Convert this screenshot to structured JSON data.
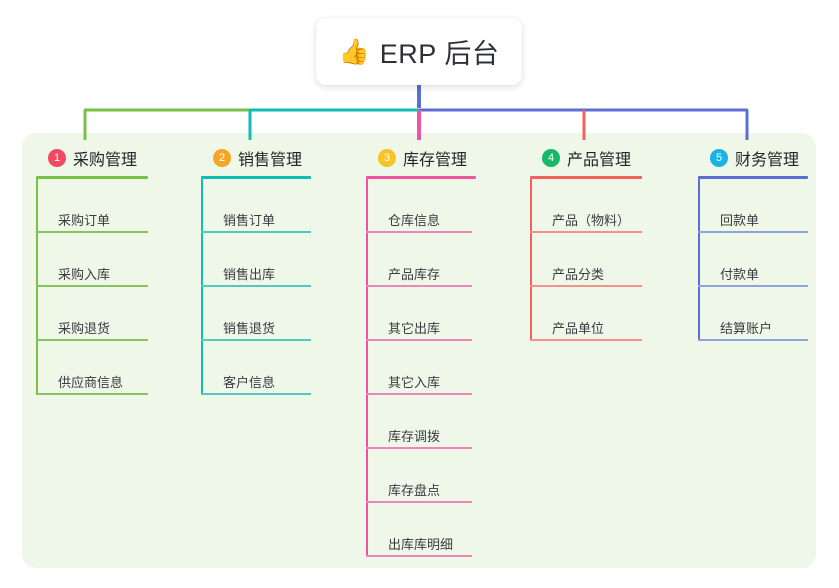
{
  "root": {
    "icon": "thumbs-up-emoji",
    "emoji": "👍",
    "title": "ERP 后台"
  },
  "colors": {
    "panel_bg": "#eef7e8",
    "branch_1": "#7ac143",
    "branch_2": "#12bcb4",
    "branch_3": "#ef54a0",
    "branch_4": "#f4605c",
    "branch_5": "#5b6fd0",
    "leaf_rule_1": "#8cc162",
    "leaf_rule_2": "#53c9bd",
    "leaf_rule_3": "#ef85bb",
    "leaf_rule_4": "#f4918c",
    "leaf_rule_5": "#8fa4de",
    "badge_1": "#f04a63",
    "badge_2": "#f5a623",
    "badge_3": "#f7c325",
    "badge_4": "#17b867",
    "badge_5": "#19b3e6",
    "root_text": "#2f3035",
    "head_text": "#24252a",
    "leaf_text": "#3a3b40"
  },
  "branches": [
    {
      "number": "1",
      "label": "采购管理",
      "badge_color": "#f04a63",
      "line_color": "#7ac143",
      "rule_color": "#8cc162",
      "items": [
        "采购订单",
        "采购入库",
        "采购退货",
        "供应商信息"
      ]
    },
    {
      "number": "2",
      "label": "销售管理",
      "badge_color": "#f5a623",
      "line_color": "#12bcb4",
      "rule_color": "#53c9bd",
      "items": [
        "销售订单",
        "销售出库",
        "销售退货",
        "客户信息"
      ]
    },
    {
      "number": "3",
      "label": "库存管理",
      "badge_color": "#f7c325",
      "line_color": "#ef54a0",
      "rule_color": "#ef85bb",
      "items": [
        "仓库信息",
        "产品库存",
        "其它出库",
        "其它入库",
        "库存调拨",
        "库存盘点",
        "出库库明细"
      ]
    },
    {
      "number": "4",
      "label": "产品管理",
      "badge_color": "#17b867",
      "line_color": "#f4605c",
      "rule_color": "#f4918c",
      "items": [
        "产品（物料）",
        "产品分类",
        "产品单位"
      ]
    },
    {
      "number": "5",
      "label": "财务管理",
      "badge_color": "#19b3e6",
      "line_color": "#5b6fd0",
      "rule_color": "#8fa4de",
      "items": [
        "回款单",
        "付款单",
        "结算账户"
      ]
    }
  ]
}
